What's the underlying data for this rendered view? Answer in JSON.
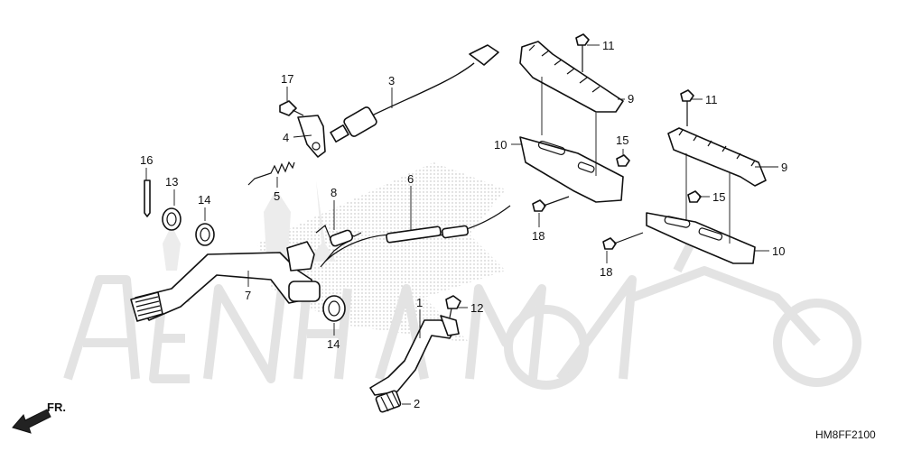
{
  "diagram_code": "HM8FF2100",
  "direction_label": "FR.",
  "callouts": [
    {
      "id": "c1",
      "label": "1"
    },
    {
      "id": "c2",
      "label": "2"
    },
    {
      "id": "c3",
      "label": "3"
    },
    {
      "id": "c4",
      "label": "4"
    },
    {
      "id": "c5",
      "label": "5"
    },
    {
      "id": "c6",
      "label": "6"
    },
    {
      "id": "c7",
      "label": "7"
    },
    {
      "id": "c8",
      "label": "8"
    },
    {
      "id": "c9a",
      "label": "9"
    },
    {
      "id": "c9b",
      "label": "9"
    },
    {
      "id": "c10a",
      "label": "10"
    },
    {
      "id": "c10b",
      "label": "10"
    },
    {
      "id": "c11a",
      "label": "11"
    },
    {
      "id": "c11b",
      "label": "11"
    },
    {
      "id": "c12",
      "label": "12"
    },
    {
      "id": "c13",
      "label": "13"
    },
    {
      "id": "c14a",
      "label": "14"
    },
    {
      "id": "c14b",
      "label": "14"
    },
    {
      "id": "c15a",
      "label": "15"
    },
    {
      "id": "c15b",
      "label": "15"
    },
    {
      "id": "c16",
      "label": "16"
    },
    {
      "id": "c17",
      "label": "17"
    },
    {
      "id": "c18a",
      "label": "18"
    },
    {
      "id": "c18b",
      "label": "18"
    }
  ],
  "colors": {
    "line": "#111111",
    "watermark": "#e3e3e3",
    "background": "#ffffff"
  }
}
